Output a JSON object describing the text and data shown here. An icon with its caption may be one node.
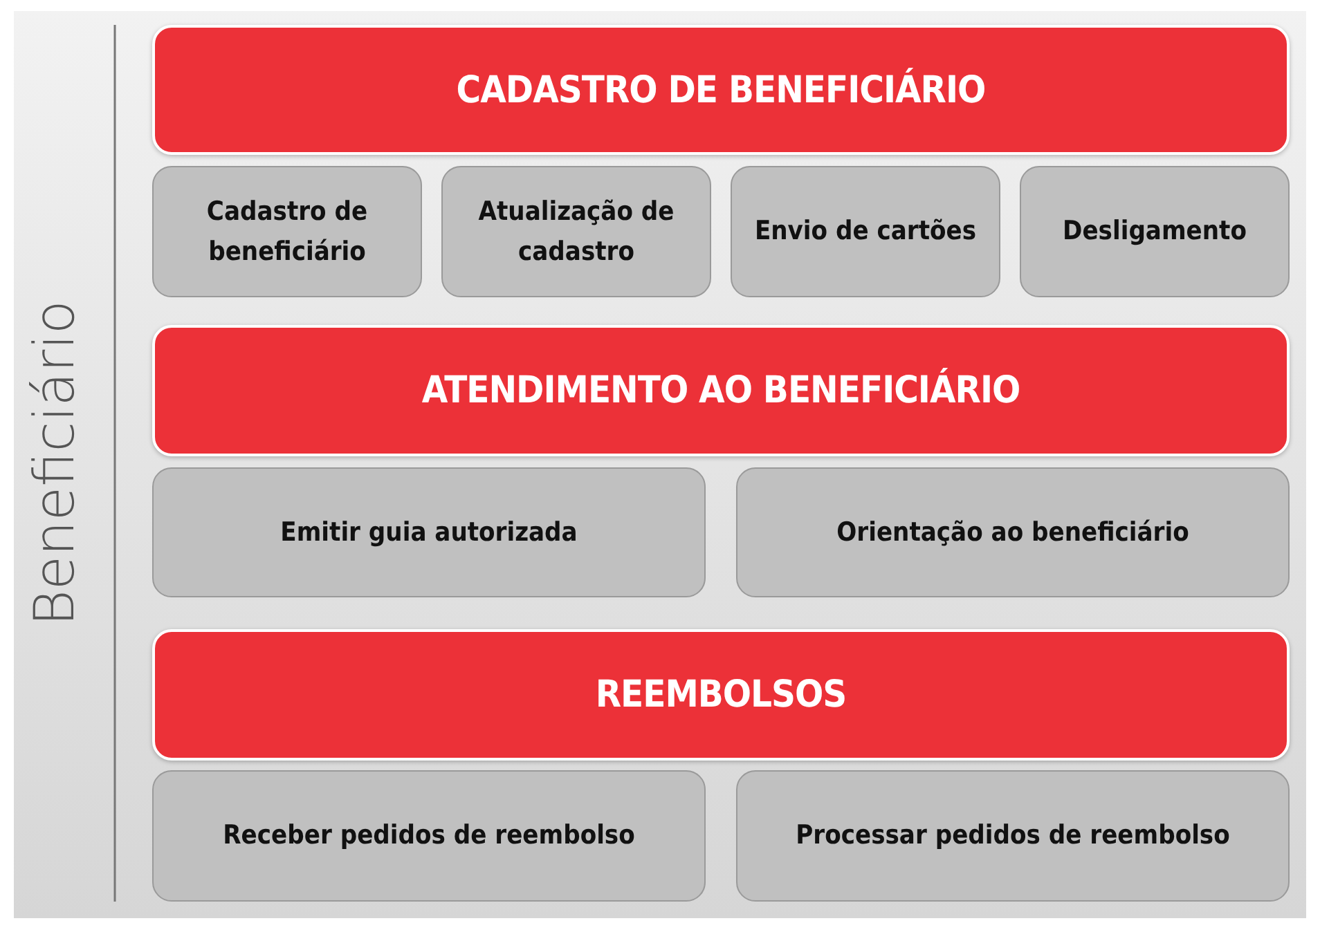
{
  "diagram": {
    "nodes": [
      {
        "text": [
          "CADASTRO DE BENEFICIÁRIO"
        ]
      },
      {
        "text": [
          "Cadastro de beneficiário"
        ]
      },
      {
        "text": [
          "Atualização de cadastro"
        ]
      },
      {
        "text": [
          "Envio de cartões"
        ]
      },
      {
        "text": [
          "Desligamento"
        ]
      },
      {
        "text": [
          "ATENDIMENTO AO BENEFICIÁRIO"
        ]
      },
      {
        "text": [
          "Emitir guia autorizada"
        ]
      },
      {
        "text": [
          "Orientação ao beneficiário"
        ]
      },
      {
        "text": [
          "REEMBOLSOS"
        ]
      },
      {
        "text": [
          "Receber pedidos de reembolso"
        ]
      },
      {
        "text": [
          "Processar pedidos de reembolso"
        ]
      }
    ],
    "labels": [
      "Beneficiário"
    ]
  }
}
